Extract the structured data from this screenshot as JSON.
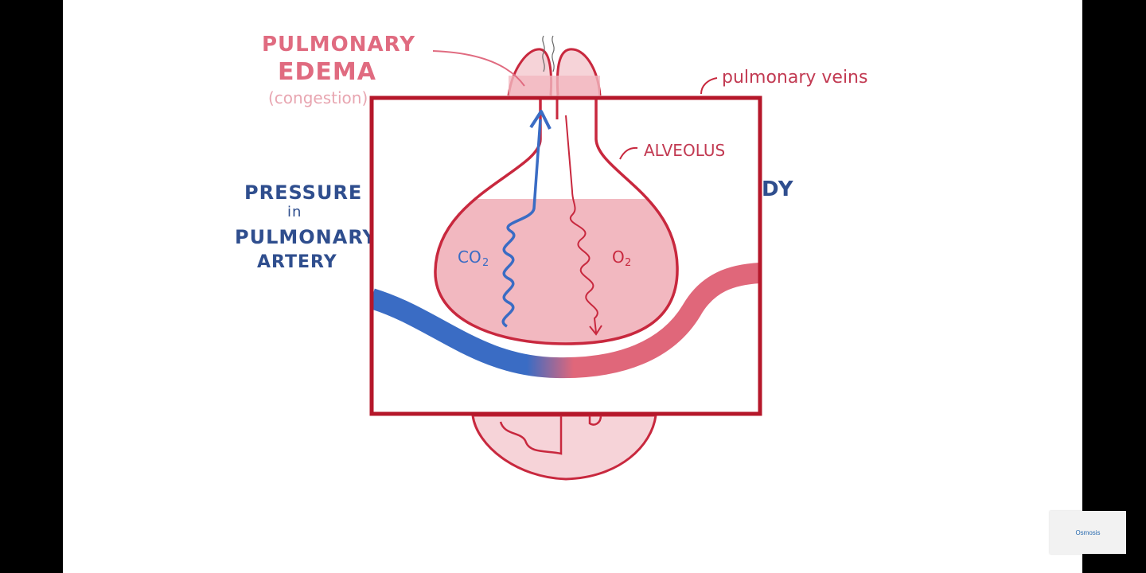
{
  "labels": {
    "edema_line1": "PULMONARY",
    "edema_line2": "EDEMA",
    "edema_line3": "(congestion)",
    "pulmonary_veins": "pulmonary veins",
    "alveolus": "ALVEOLUS",
    "pressure_line1": "PRESSURE + +",
    "pressure_line2": "in",
    "pressure_line3": "PULMONARY",
    "pressure_line4": "ARTERY",
    "partial_right": "DY",
    "co2": "CO",
    "co2_sub": "2",
    "o2": "O",
    "o2_sub": "2"
  },
  "logo": {
    "text": "Osmosis"
  },
  "colors": {
    "frame_red": "#b5172a",
    "outline_red": "#c8283e",
    "fluid_pink": "#f2b8c0",
    "blood_blue": "#3a6cc4",
    "blood_red": "#e0677a",
    "label_blue": "#2f4e8e",
    "label_pink": "#e06b80"
  }
}
